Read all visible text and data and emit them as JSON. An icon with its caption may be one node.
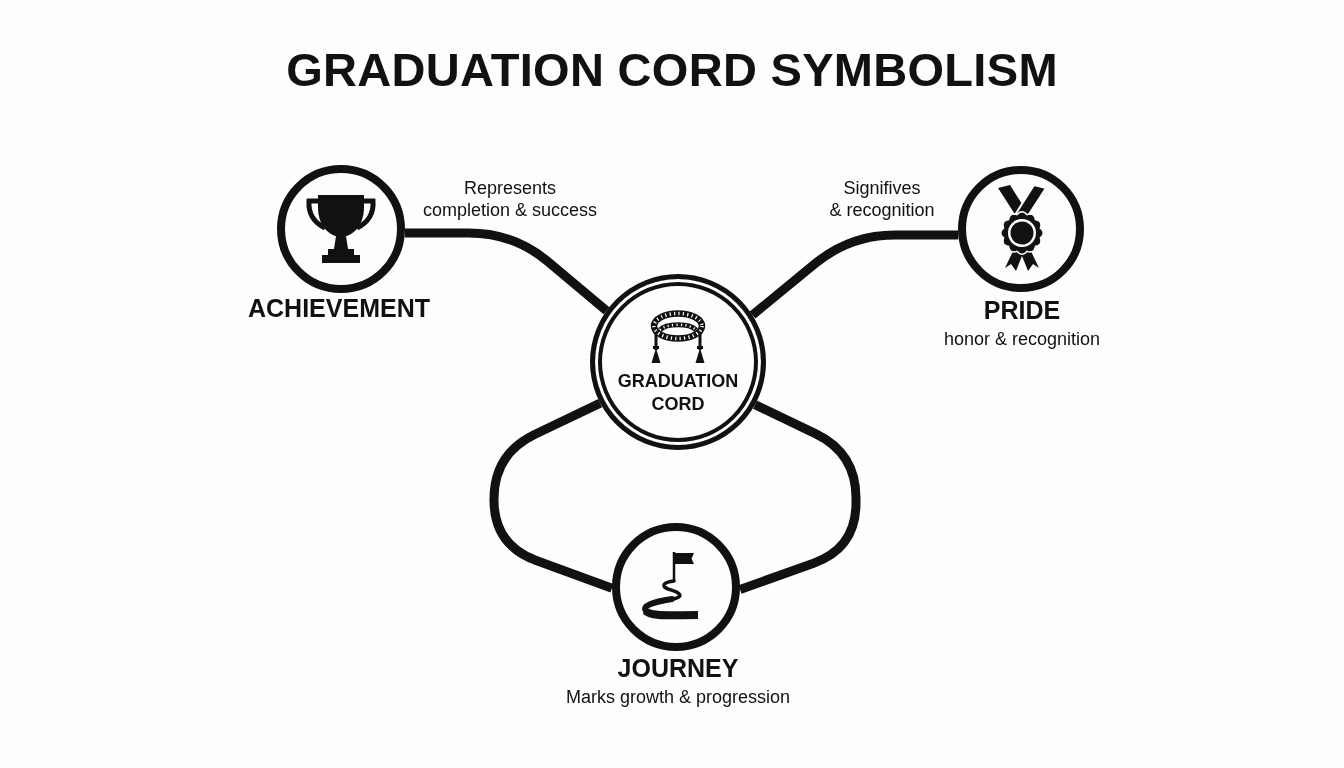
{
  "diagram": {
    "title": "GRADUATION CORD SYMBOLISM",
    "nodes": [
      {
        "text": [
          "ACHIEVEMENT"
        ]
      },
      {
        "text": [
          "PRIDE",
          "honor & recognition"
        ]
      },
      {
        "text": [
          "GRADUATION CORD"
        ]
      },
      {
        "text": [
          "JOURNEY",
          "Marks growth & progression"
        ]
      }
    ],
    "edges": [
      {
        "from": 0,
        "to": 2,
        "arrow": "none",
        "label": "Represents completion & success"
      },
      {
        "from": 1,
        "to": 2,
        "arrow": "none",
        "label": "Signifives & recognition"
      },
      {
        "from": 2,
        "to": 3,
        "arrow": "none"
      },
      {
        "from": 2,
        "to": 3,
        "arrow": "none"
      }
    ]
  }
}
